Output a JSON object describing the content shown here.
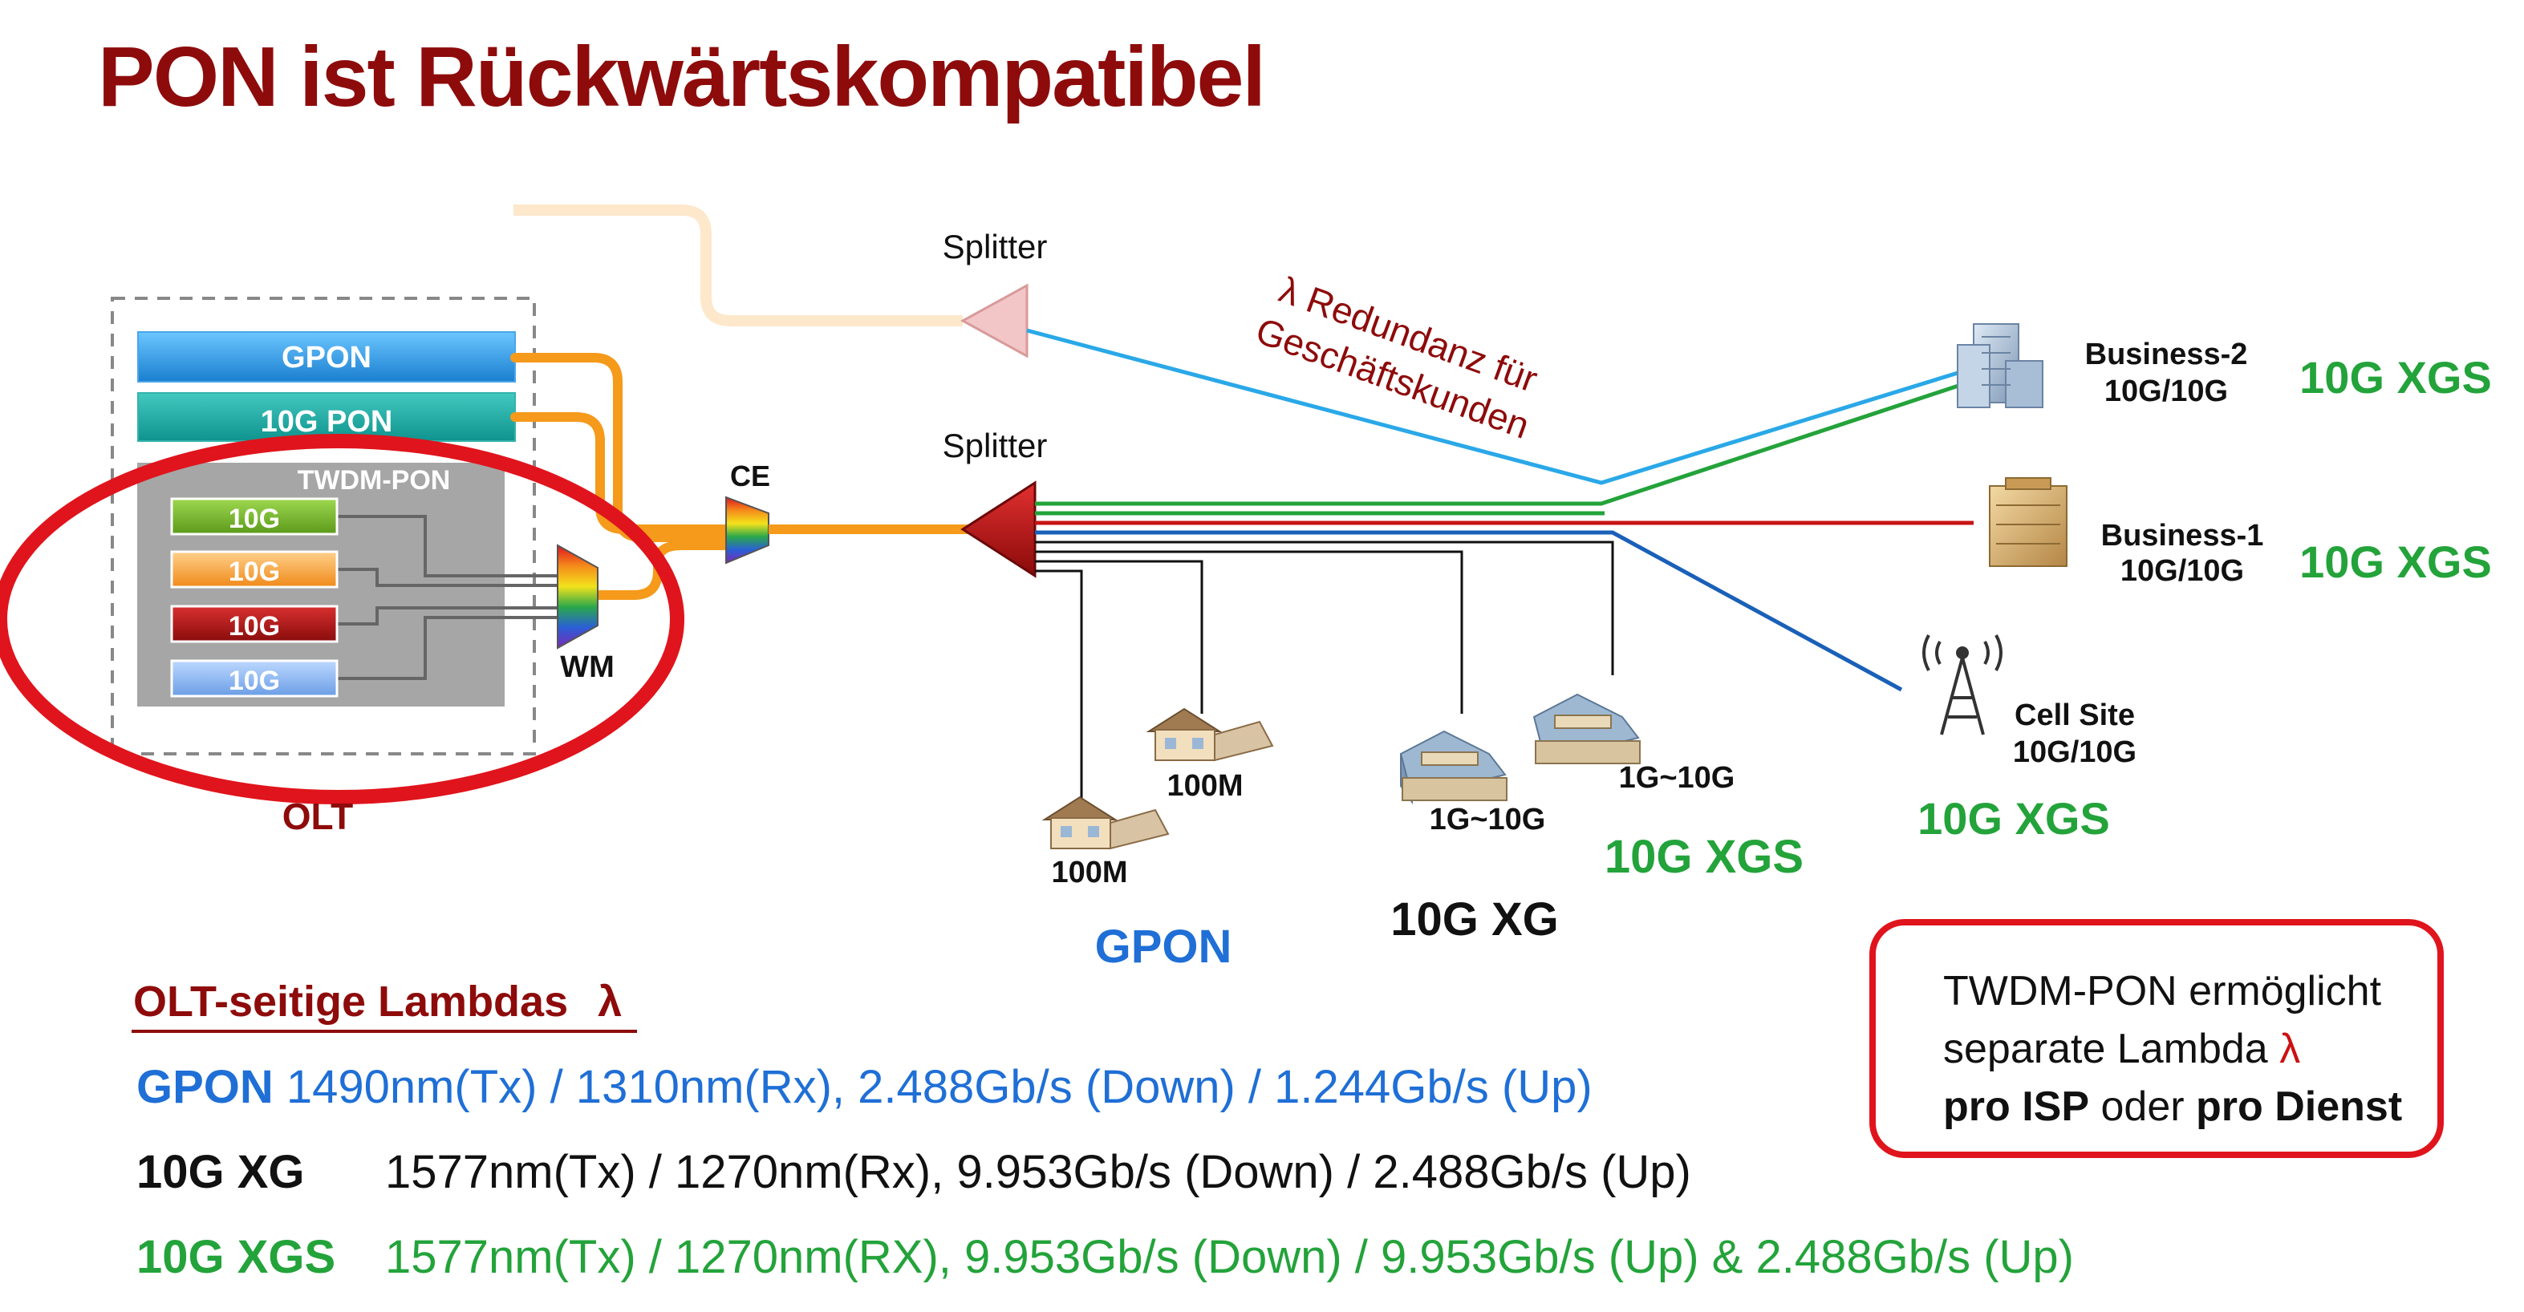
{
  "title": "PON ist Rückwärtskompatibel",
  "olt": {
    "label": "OLT",
    "bars": {
      "gpon": "GPON",
      "pon10g": "10G PON",
      "twdm": "TWDM-PON",
      "ch1": "10G",
      "ch2": "10G",
      "ch3": "10G",
      "ch4": "10G"
    },
    "wm": "WM",
    "ce": "CE"
  },
  "splitter_top": "Splitter",
  "splitter_main": "Splitter",
  "redundancy_line1": "λ Redundanz für",
  "redundancy_line2": "Geschäftskunden",
  "sites": {
    "business2_name": "Business-2",
    "business2_speed": "10G/10G",
    "business2_tag": "10G XGS",
    "business1_name": "Business-1",
    "business1_speed": "10G/10G",
    "business1_tag": "10G XGS",
    "cell_name": "Cell Site",
    "cell_speed": "10G/10G",
    "cell_tag": "10G XGS",
    "home1": "100M",
    "home2": "100M",
    "mdu1": "1G~10G",
    "mdu2": "1G~10G",
    "gpon_tag": "GPON",
    "xg_tag": "10G XG",
    "xgs_tag": "10G XGS"
  },
  "lambdas": {
    "heading": "OLT-seitige Lambdas",
    "heading_symbol": "λ",
    "rows": [
      {
        "key": "GPON",
        "text": "1490nm(Tx) / 1310nm(Rx), 2.488Gb/s (Down) / 1.244Gb/s (Up)"
      },
      {
        "key": "10G XG",
        "text": "1577nm(Tx) / 1270nm(Rx), 9.953Gb/s (Down) / 2.488Gb/s (Up)"
      },
      {
        "key": "10G XGS",
        "text": "1577nm(Tx) / 1270nm(RX), 9.953Gb/s (Down) / 9.953Gb/s (Up) & 2.488Gb/s (Up)"
      }
    ]
  },
  "note": {
    "line1": "TWDM-PON ermöglicht",
    "line2_text": "separate Lambda",
    "line2_symbol": "λ",
    "line3_a": "pro ISP",
    "line3_b": "oder",
    "line3_c": "pro Dienst"
  },
  "colors": {
    "title": "#8e0b0b",
    "gpon_blue": "#1f6fd6",
    "xgs_green": "#23a33a",
    "fiber": "#f59a1b",
    "highlight": "#e0141c"
  }
}
